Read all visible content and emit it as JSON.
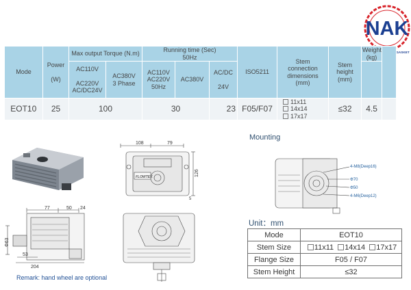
{
  "brand": {
    "name": "NAK",
    "tagline": "VALVE INSTRUMENT GASKET",
    "color": "#1b3f91",
    "ring_color": "#d8232a"
  },
  "spec_table": {
    "h_mode": "Mode",
    "h_power_l1": "Power",
    "h_power_l2": "(W)",
    "h_torque": "Max output Torque (N.m)",
    "h_torque_sub1_l1": "AC110V",
    "h_torque_sub1_l2": "AC220V",
    "h_torque_sub1_l3": "AC/DC24V",
    "h_torque_sub2_l1": "AC380V",
    "h_torque_sub2_l2": "3 Phase",
    "h_time_l1": "Running time (Sec)",
    "h_time_l2": "50Hz",
    "h_time_sub1_l1": "AC110V",
    "h_time_sub1_l2": "AC220V",
    "h_time_sub1_l3": "50Hz",
    "h_time_sub2": "AC380V",
    "h_time_sub3_l1": "AC/DC",
    "h_time_sub3_l2": "24V",
    "h_iso": "ISO5211",
    "h_stem_l1": "Stem",
    "h_stem_l2": "connection",
    "h_stem_l3": "dimensions",
    "h_stem_l4": "(mm)",
    "h_height_l1": "Stem",
    "h_height_l2": "height",
    "h_height_l3": "(mm)",
    "h_weight_l1": "Weight",
    "h_weight_l2": "(kg)",
    "row": {
      "mode": "EOT10",
      "power": "25",
      "torque": "100",
      "time_ac": "30",
      "time_dc": "23",
      "iso": "F05/F07",
      "stem1": "11x11",
      "stem2": "14x14",
      "stem3": "17x17",
      "height": "≤32",
      "weight": "4.5"
    }
  },
  "drawings": {
    "top_view": {
      "dim_a": "108",
      "dim_b": "79",
      "dim_c": "126",
      "dim_d": "5",
      "nameplate": "FLOWTEK"
    },
    "side_view": {
      "dim_a": "77",
      "dim_b": "50",
      "dim_c": "24",
      "dim_d": "Φ63",
      "dim_e": "53",
      "dim_f": "204"
    },
    "mounting": {
      "title": "Mounting",
      "note1": "4-M8(Deep16)",
      "note2": "Φ70",
      "note3": "Φ50",
      "note4": "4-M6(Deep12)"
    }
  },
  "unit_table": {
    "title": "Unit：mm",
    "r1_k": "Mode",
    "r1_v": "EOT10",
    "r2_k": "Stem Size",
    "r2_v1": "11x11",
    "r2_v2": "14x14",
    "r2_v3": "17x17",
    "r3_k": "Flange Size",
    "r3_v": "F05 / F07",
    "r4_k": "Stem Height",
    "r4_v": "≤32"
  },
  "remark": "Remark: hand wheel are optional"
}
